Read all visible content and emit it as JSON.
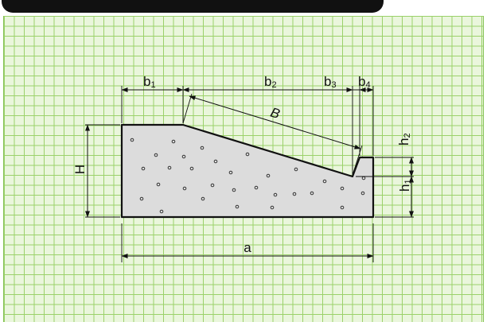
{
  "header": {
    "title": ""
  },
  "labels": {
    "b1": {
      "main": "b",
      "sub": "1"
    },
    "b2": {
      "main": "b",
      "sub": "2"
    },
    "b3": {
      "main": "b",
      "sub": "3"
    },
    "b4": {
      "main": "b",
      "sub": "4"
    },
    "B": {
      "main": "B"
    },
    "H": {
      "main": "H"
    },
    "h1": {
      "main": "h",
      "sub": "1"
    },
    "h2": {
      "main": "h",
      "sub": "2"
    },
    "a": {
      "main": "a"
    }
  },
  "colors": {
    "grid_line": "#9bd16a",
    "grid_bg": "#eaf6dc",
    "concrete_fill": "#dcdcdc",
    "outline": "#111111",
    "header_bg": "#111111"
  }
}
